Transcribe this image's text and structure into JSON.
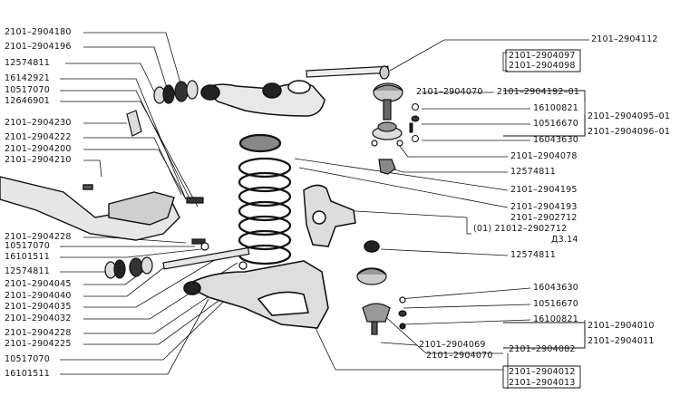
{
  "labels": {
    "l_2904180": "2101–2904180",
    "l_2904196": "2101–2904196",
    "l_12574811_a": "12574811",
    "l_16142921": "16142921",
    "l_10517070_a": "10517070",
    "l_12646901": "12646901",
    "l_2904230": "2101–2904230",
    "l_2904222": "2101–2904222",
    "l_2904200": "2101–2904200",
    "l_2904210": "2101–2904210",
    "l_2904228_a": "2101–2904228",
    "l_10517070_b": "10517070",
    "l_16101511_a": "16101511",
    "l_12574811_b": "12574811",
    "l_2904045": "2101–2904045",
    "l_2904040": "2101–2904040",
    "l_2904035": "2101–2904035",
    "l_2904032": "2101–2904032",
    "l_2904228_b": "2101–2904228",
    "l_2904225": "2101–2904225",
    "l_10517070_c": "10517070",
    "l_16101511_b": "16101511",
    "r_2904112": "2101–2904112",
    "r_2904097": "2101–2904097",
    "r_2904098": "2101–2904098",
    "r_2904070_a": "2101–2904070",
    "r_2904192": "2101–2904192–01",
    "r_16100821_a": "16100821",
    "r_10516670_a": "10516670",
    "r_16043630_a": "16043630",
    "r_2904095": "2101–2904095–01",
    "r_2904096": "2101–2904096–01",
    "r_2904078": "2101–2904078",
    "r_12574811_c": "12574811",
    "r_2904195": "2101–2904195",
    "r_2904193": "2101–2904193",
    "r_2902712": "2101–2902712",
    "r_21012_2902712": "(01)  21012–2902712",
    "r_d314": "Д3.14",
    "r_12574811_d": "12574811",
    "r_16043630_b": "16043630",
    "r_10516670_b": "10516670",
    "r_16100821_b": "16100821",
    "r_2904010": "2101–2904010",
    "r_2904011": "2101–2904011",
    "r_2904069": "2101–2904069",
    "r_2904082": "2101–2904082",
    "r_2904070_b": "2101–2904070",
    "r_2904012": "2101–2904012",
    "r_2904013": "2101–2904013"
  }
}
